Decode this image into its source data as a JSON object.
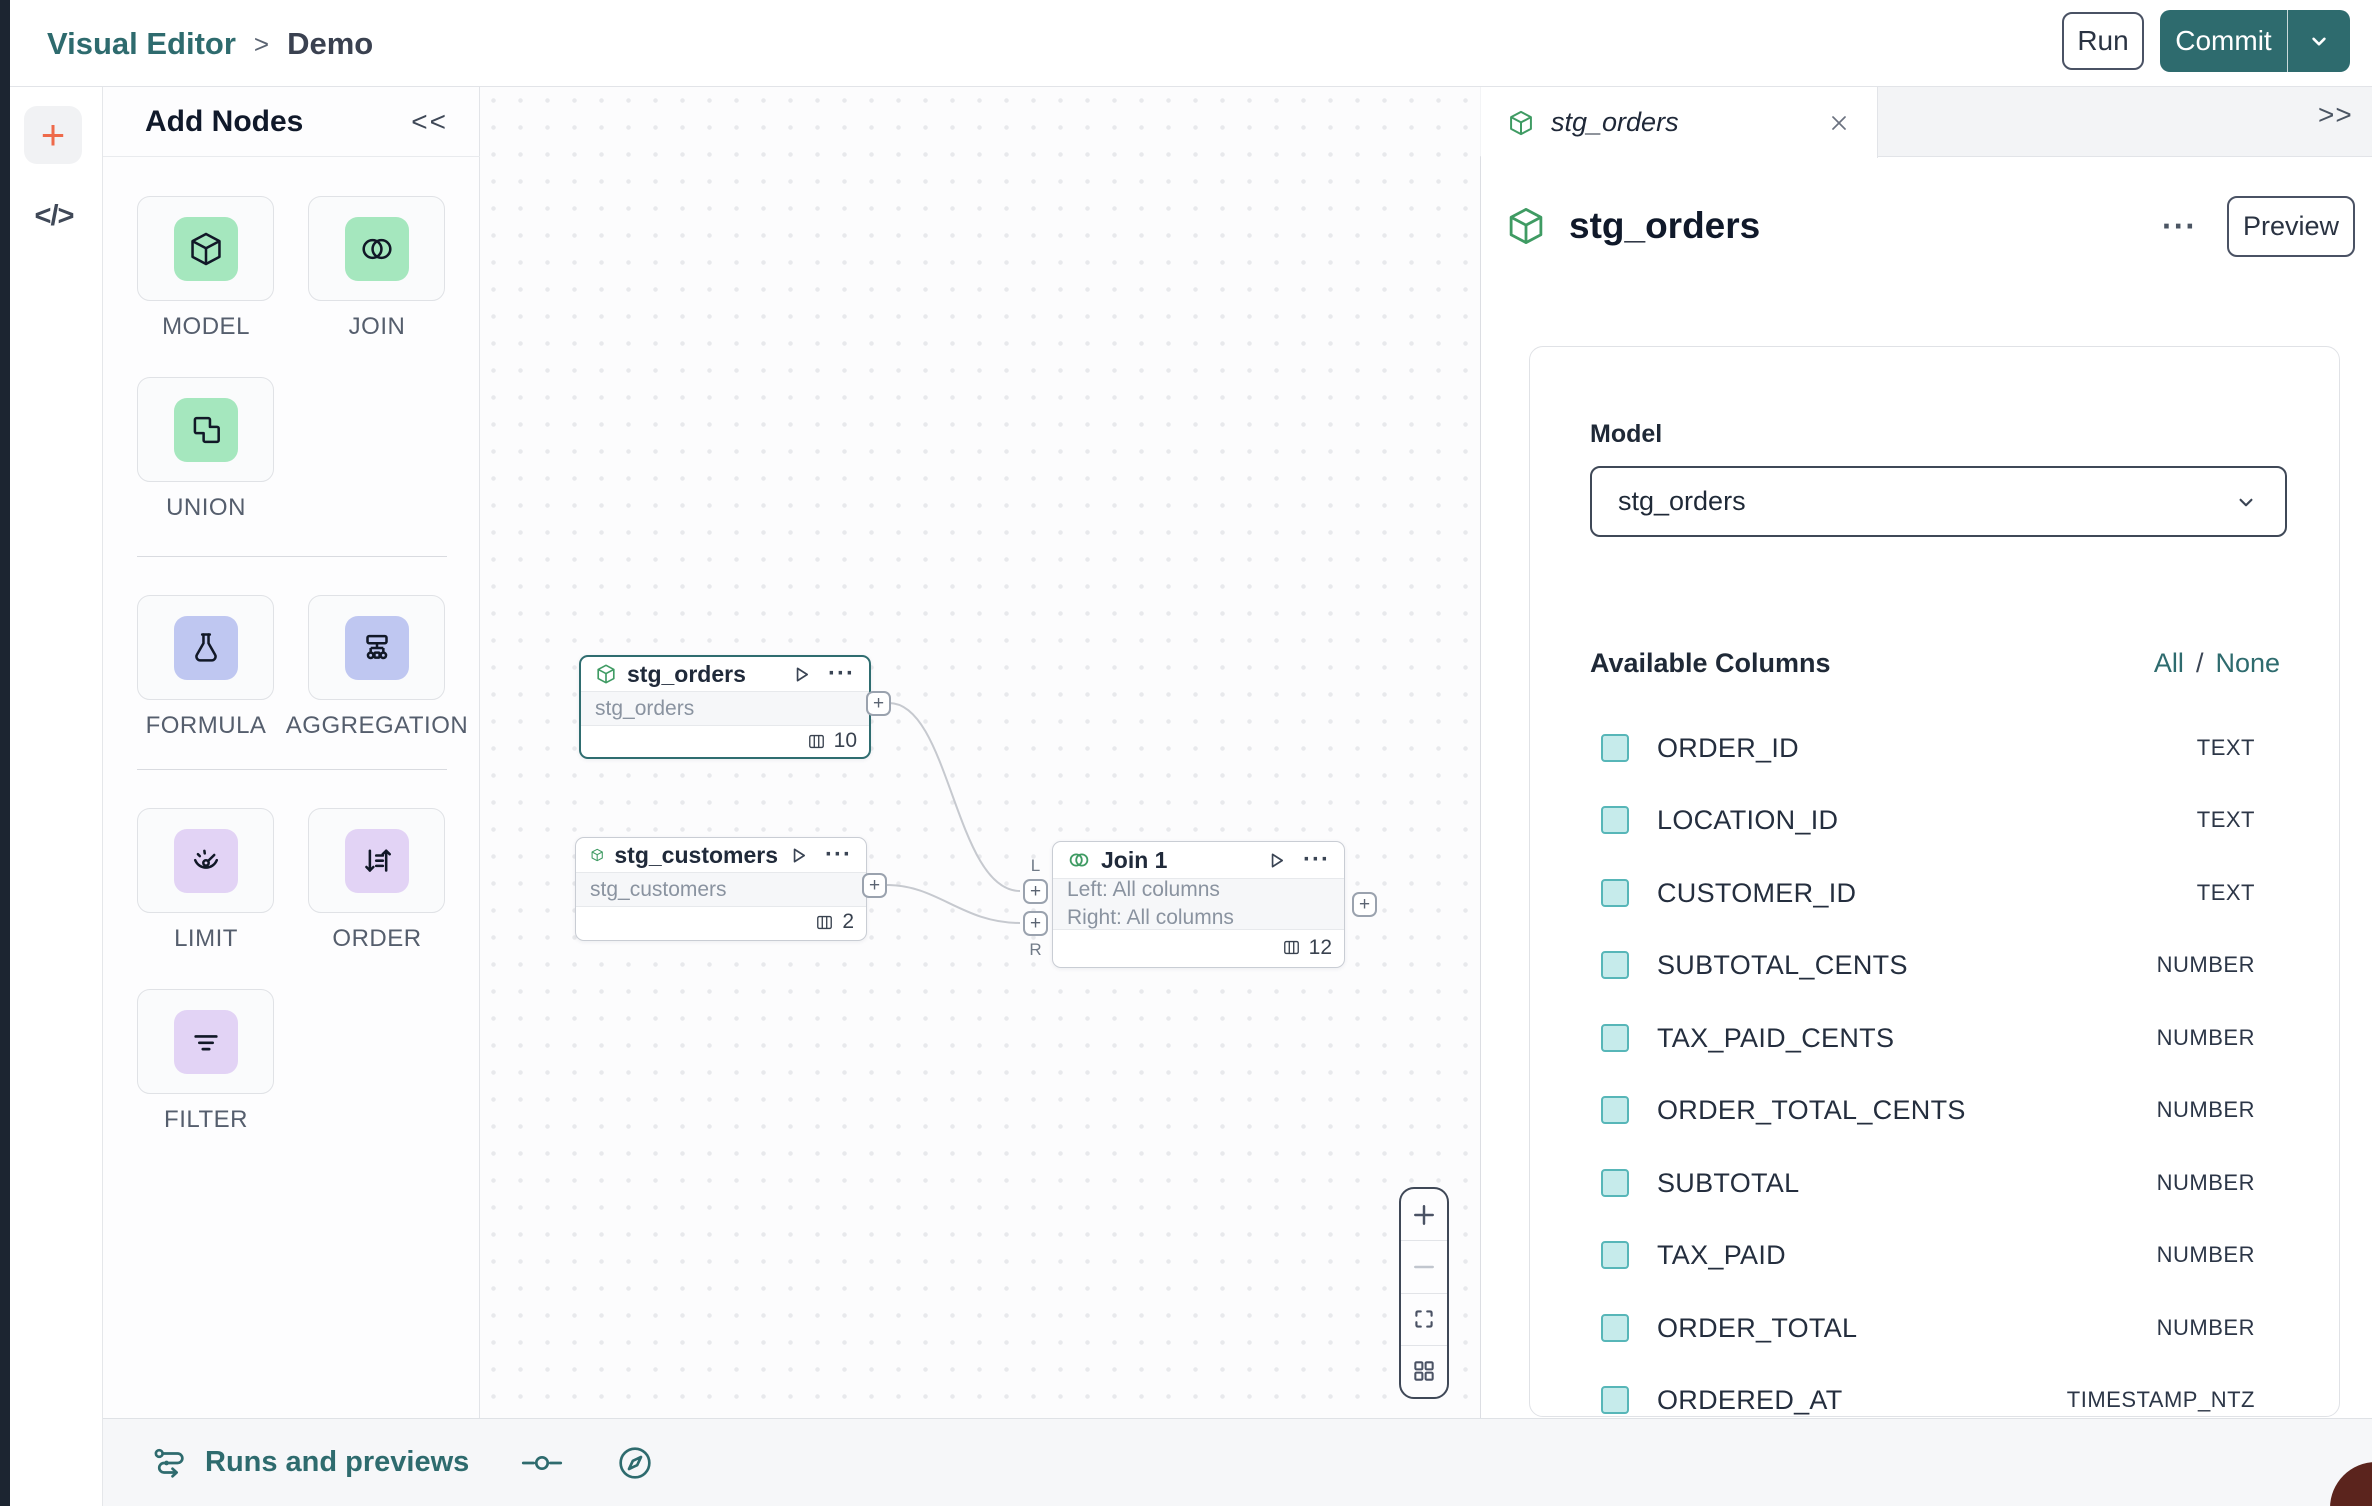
{
  "header": {
    "breadcrumb": {
      "root": "Visual Editor",
      "separator": ">",
      "current": "Demo"
    },
    "run_label": "Run",
    "commit_label": "Commit"
  },
  "add_nodes": {
    "title": "Add Nodes",
    "items": [
      {
        "label": "MODEL"
      },
      {
        "label": "JOIN"
      },
      {
        "label": "UNION"
      },
      {
        "label": "FORMULA"
      },
      {
        "label": "AGGREGATION"
      },
      {
        "label": "LIMIT"
      },
      {
        "label": "ORDER"
      },
      {
        "label": "FILTER"
      }
    ]
  },
  "canvas": {
    "nodes": {
      "stg_orders": {
        "title": "stg_orders",
        "subtitle": "stg_orders",
        "column_count": "10"
      },
      "stg_customers": {
        "title": "stg_customers",
        "subtitle": "stg_customers",
        "column_count": "2"
      },
      "join": {
        "title": "Join 1",
        "line1": "Left: All columns",
        "line2": "Right: All columns",
        "column_count": "12",
        "port_left": "L",
        "port_right": "R"
      }
    }
  },
  "panel": {
    "tab_title": "stg_orders",
    "title": "stg_orders",
    "preview_label": "Preview",
    "model_label": "Model",
    "model_value": "stg_orders",
    "columns_header": "Available Columns",
    "select_all": "All",
    "select_separator": "/",
    "select_none": "None",
    "columns": [
      {
        "name": "ORDER_ID",
        "type": "TEXT"
      },
      {
        "name": "LOCATION_ID",
        "type": "TEXT"
      },
      {
        "name": "CUSTOMER_ID",
        "type": "TEXT"
      },
      {
        "name": "SUBTOTAL_CENTS",
        "type": "NUMBER"
      },
      {
        "name": "TAX_PAID_CENTS",
        "type": "NUMBER"
      },
      {
        "name": "ORDER_TOTAL_CENTS",
        "type": "NUMBER"
      },
      {
        "name": "SUBTOTAL",
        "type": "NUMBER"
      },
      {
        "name": "TAX_PAID",
        "type": "NUMBER"
      },
      {
        "name": "ORDER_TOTAL",
        "type": "NUMBER"
      },
      {
        "name": "ORDERED_AT",
        "type": "TIMESTAMP_NTZ"
      }
    ]
  },
  "bottom_bar": {
    "runs_label": "Runs and previews"
  },
  "icons": {
    "plus": "+",
    "collapse_left": "<<",
    "expand_right": ">>",
    "ellipsis": "···",
    "code": "</>"
  },
  "colors": {
    "teal": "#2e6b6e",
    "mint": "#a5e7be",
    "periwinkle": "#bfc7f1",
    "lavender": "#e2d3f5",
    "checkbox_fill": "#c6ebeb",
    "checkbox_border": "#57b6b8",
    "orange_plus": "#ee6a4a",
    "dark_rail": "#1c2531",
    "node_selected_border": "#2f6d70"
  }
}
